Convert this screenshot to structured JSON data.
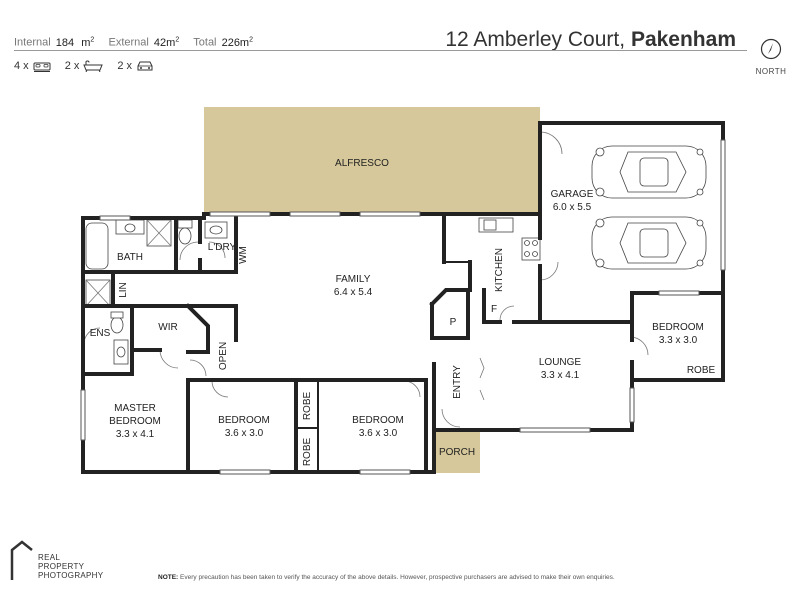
{
  "header": {
    "internal_label": "Internal",
    "internal_value": "184",
    "internal_unit": "m",
    "external_label": "External",
    "external_value": "42m",
    "total_label": "Total",
    "total_value": "226m",
    "sq": "2",
    "address": "12 Amberley Court,",
    "suburb": "Pakenham"
  },
  "features": {
    "bedrooms": "4 x",
    "bathrooms": "2 x",
    "cars": "2 x",
    "bed_icon": "bed-icon",
    "bath_icon": "bath-icon",
    "car_icon": "car-icon"
  },
  "compass": {
    "label": "NORTH",
    "icon": "compass-icon"
  },
  "rooms": {
    "alfresco": {
      "name": "ALFRESCO"
    },
    "garage": {
      "name": "GARAGE",
      "dims": "6.0 x 5.5"
    },
    "bath": {
      "name": "BATH"
    },
    "laundry": {
      "name": "L'DRY"
    },
    "wm": {
      "name": "WM"
    },
    "linen": {
      "name": "LIN"
    },
    "family": {
      "name": "FAMILY",
      "dims": "6.4 x 5.4"
    },
    "kitchen": {
      "name": "KITCHEN"
    },
    "pantry": {
      "name": "P"
    },
    "fridge": {
      "name": "F"
    },
    "ensuite": {
      "name": "ENS"
    },
    "wir": {
      "name": "WIR"
    },
    "open": {
      "name": "OPEN"
    },
    "bed4": {
      "name": "BEDROOM",
      "dims": "3.3 x 3.0"
    },
    "robe4": {
      "name": "ROBE"
    },
    "lounge": {
      "name": "LOUNGE",
      "dims": "3.3 x 4.1"
    },
    "entry": {
      "name": "ENTRY"
    },
    "master": {
      "name": "MASTER",
      "name2": "BEDROOM",
      "dims": "3.3 x 4.1"
    },
    "bed2": {
      "name": "BEDROOM",
      "dims": "3.6 x 3.0"
    },
    "robe2": {
      "name": "ROBE"
    },
    "robe3": {
      "name": "ROBE"
    },
    "bed3": {
      "name": "BEDROOM",
      "dims": "3.6 x 3.0"
    },
    "porch": {
      "name": "PORCH"
    }
  },
  "colors": {
    "alfresco_fill": "#d6c89a",
    "porch_fill": "#d6c89a",
    "wall": "#222222"
  },
  "footer": {
    "brand_line1": "REAL",
    "brand_line2": "PROPERTY",
    "brand_line3": "PHOTOGRAPHY",
    "note_bold": "NOTE:",
    "note_text": "Every precaution has been taken to verify the accuracy of the above details. However, prospective purchasers are advised to make their own enquiries."
  }
}
